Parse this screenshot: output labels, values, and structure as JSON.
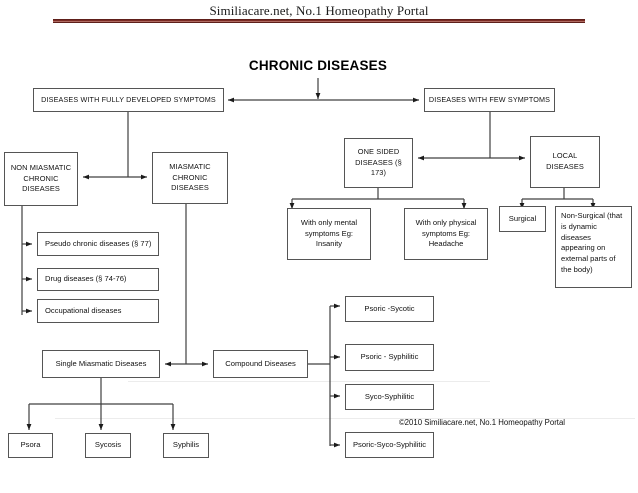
{
  "header": {
    "site_title": "Similiacare.net, No.1 Homeopathy Portal",
    "rule_color": "#7b2b24"
  },
  "chart_title": "CHRONIC DISEASES",
  "footer": {
    "copyright": "©2010 Similiacare.net, No.1 Homeopathy Portal"
  },
  "nodes": {
    "fully_developed": "DISEASES WITH FULLY DEVELOPED SYMPTOMS",
    "few_symptoms": "DISEASES WITH FEW SYMPTOMS",
    "non_miasmatic": "NON MIASMATIC CHRONIC DISEASES",
    "miasmatic": "MIASMATIC CHRONIC DISEASES",
    "one_sided": "ONE SIDED DISEASES (§ 173)",
    "local": "LOCAL DISEASES",
    "only_mental": "With only mental symptoms Eg: Insanity",
    "only_physical": "With only physical symptoms Eg: Headache",
    "surgical": "Surgical",
    "non_surgical": "Non-Surgical (that is dynamic diseases appearing on external parts of the body)",
    "pseudo_chronic": "Pseudo chronic diseases (§ 77)",
    "drug_diseases": "Drug diseases (§ 74-76)",
    "occupational": "Occupational diseases",
    "single_miasmatic": "Single Miasmatic Diseases",
    "compound": "Compound Diseases",
    "psora": "Psora",
    "sycosis": "Sycosis",
    "syphilis": "Syphilis",
    "psoric_sycotic": "Psoric -Sycotic",
    "psoric_syphilitic": "Psoric - Syphilitic",
    "syco_syphilitic": "Syco-Syphilitic",
    "psoric_syco_syphilitic": "Psoric-Syco-Syphilitic"
  }
}
